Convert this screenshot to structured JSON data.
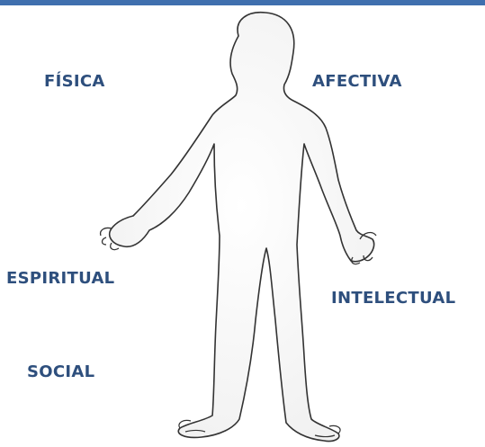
{
  "labels": {
    "fisica": "FÍSICA",
    "afectiva": "AFECTIVA",
    "espiritual": "ESPIRITUAL",
    "intelectual": "INTELECTUAL",
    "social": "SOCIAL"
  },
  "colors": {
    "label_text": "#2e4f7d",
    "top_rule": "#3f6fae",
    "outline": "#333333"
  },
  "icons": {
    "figure": "human-body-outline-icon"
  }
}
